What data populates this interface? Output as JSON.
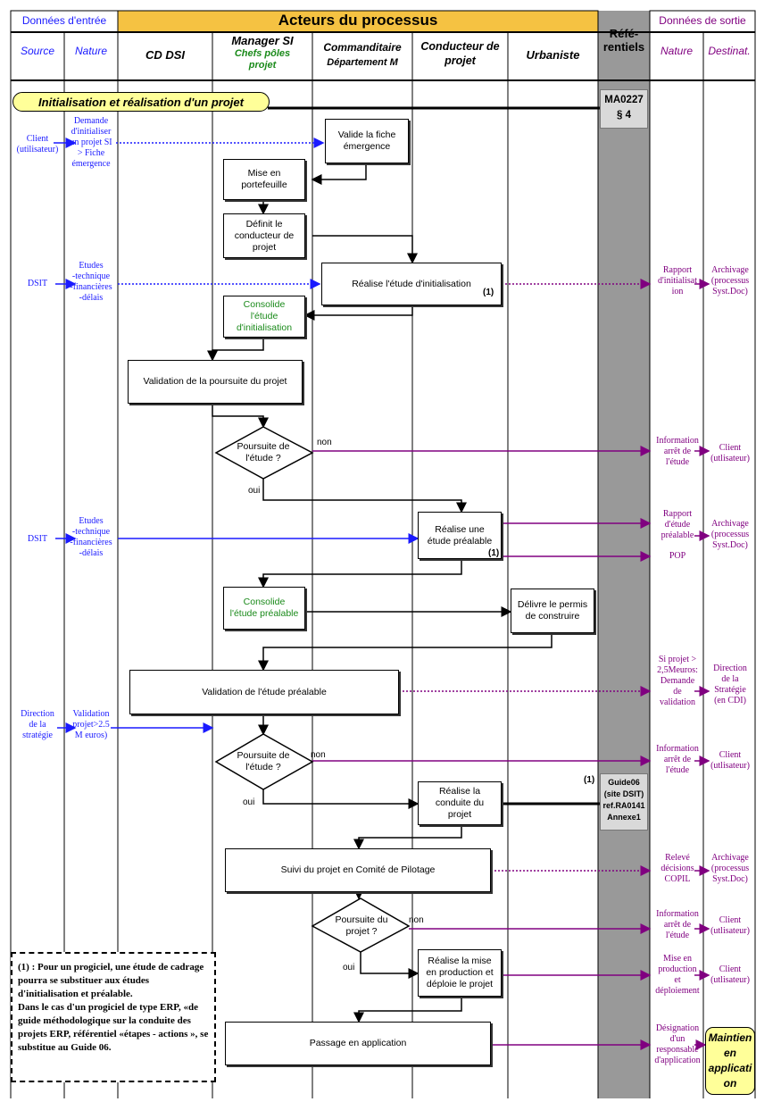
{
  "header": {
    "inputs": "Données d'entrée",
    "actors": "Acteurs du processus",
    "outputs": "Données de sortie",
    "referentials": "Réfé-\nrentiels"
  },
  "columns": {
    "source": "Source",
    "nature_in": "Nature",
    "cd_dsi": "CD DSI",
    "manager_title": "Manager SI",
    "manager_sub": "Chefs pôles\nprojet",
    "sponsor_title": "Commanditaire",
    "sponsor_sub": "Département M",
    "conductor": "Conducteur de\nprojet",
    "urbanist": "Urbaniste",
    "nature_out": "Nature",
    "destination": "Destinat."
  },
  "banner": "Initialisation et réalisation d'un projet",
  "refs": {
    "ref1": "MA0227\n§ 4",
    "ref2_marker": "(1)",
    "ref2": "Guide06\n(site DSIT)\nref.RA0141\nAnnexe1"
  },
  "inputs": {
    "src1": "Client\n(utilisateur)",
    "nat1": "Demande\nd'initialiser\nun projet SI\n> Fiche\némergence",
    "src2": "DSIT",
    "nat2": "Etudes\n-technique\n-financières\n-délais",
    "src3": "DSIT",
    "nat3": "Etudes\n-technique\n-financières\n-délais",
    "src4": "Direction\nde la\nstratégie",
    "nat4": "Validation\nprojet>2.5\nM euros)"
  },
  "steps": {
    "valide_fiche": "Valide la fiche\némergence",
    "portefeuille": "Mise en\nportefeuille",
    "definit": "Définit le\nconducteur de\nprojet",
    "realise_init": "Réalise l'étude d'initialisation",
    "marker1": "(1)",
    "consolide_init": "Consolide\nl'étude\nd'initialisation",
    "validation_poursuite": "Validation de la poursuite du projet",
    "decision1": "Poursuite de\nl'étude ?",
    "non1": "non",
    "oui1": "oui",
    "realise_prealable": "Réalise une\nétude préalable",
    "marker2": "(1)",
    "consolide_prealable": "Consolide\nl'étude préalable",
    "permis": "Délivre le permis\nde construire",
    "validation_prealable": "Validation de l'étude préalable",
    "decision2": "Poursuite de\nl'étude ?",
    "non2": "non",
    "oui2": "oui",
    "conduite": "Réalise la\nconduite du\nprojet",
    "suivi": "Suivi du projet en Comité de Pilotage",
    "decision3": "Poursuite du\nprojet ?",
    "non3": "non",
    "oui3": "oui",
    "mise_prod": "Réalise la mise\nen production et\ndéploie le projet",
    "passage": "Passage en application"
  },
  "outputs": {
    "n1": "Rapport\nd'initialisat\nion",
    "d1": "Archivage\n(processus\nSyst.Doc)",
    "n2": "Information\narrêt de\nl'étude",
    "d2": "Client\n(utlisateur)",
    "n3": "Rapport\nd'étude\npréalable",
    "d3": "Archivage\n(processus\nSyst.Doc)",
    "n3b": "POP",
    "n4": "Si projet >\n2,5Meuros:\nDemande\nde\nvalidation",
    "d4": "Direction\nde la\nStratégie\n(en CDI)",
    "n5": "Information\narrêt de\nl'étude",
    "d5": "Client\n(utlisateur)",
    "n6": "Relevé\ndécisions\nCOPIL",
    "d6": "Archivage\n(processus\nSyst.Doc)",
    "n7": "Information\narrêt de\nl'étude",
    "d7": "Client\n(utlisateur)",
    "n8": "Mise en\nproduction\net\ndéploiement",
    "d8": "Client\n(utlisateur)",
    "n9": "Désignation\nd'un\nresponsable\nd'application",
    "d9": "Maintien\nen\napplicati\non"
  },
  "note": "(1) : Pour un progiciel, une étude de cadrage pourra se substituer aux études d'initialisation et préalable.\nDans le cas d'un progiciel de type ERP, «de guide méthodologique sur la conduite des projets ERP, référentiel «étapes - actions », se substitue au Guide 06.",
  "colors": {
    "input_blue": "#1a1aff",
    "output_purple": "#800080",
    "banner_yellow": "#ffff99",
    "ref_gray": "#999999",
    "green_text": "#1a8a1a"
  }
}
